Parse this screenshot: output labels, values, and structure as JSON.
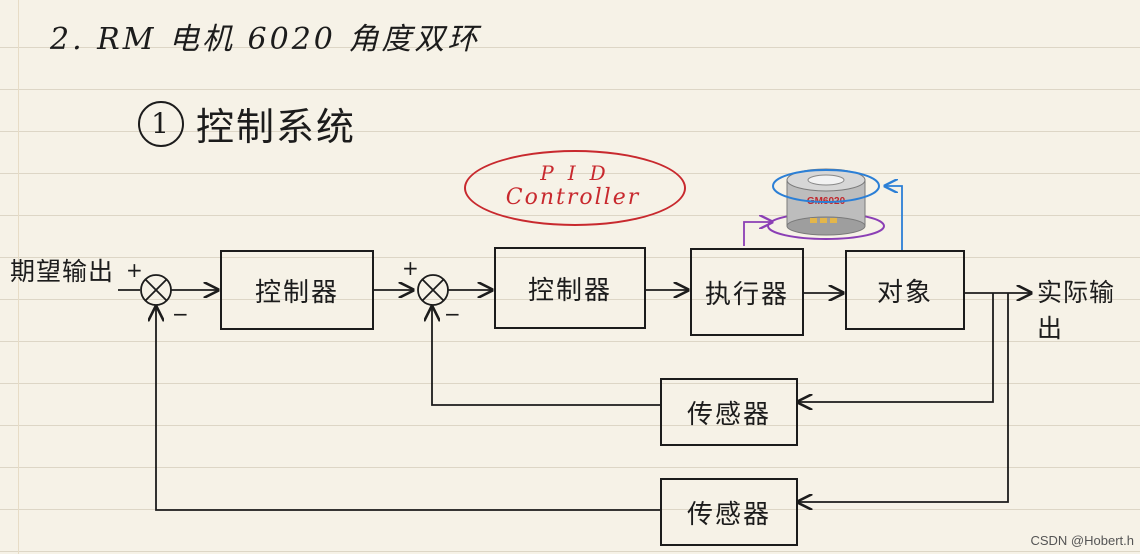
{
  "heading": "2. RM 电机 6020 角度双环",
  "section": {
    "number": "1",
    "title": "控制系统"
  },
  "pid": {
    "line1": "PID",
    "line2": "Controller"
  },
  "motor": {
    "label": "GM6020"
  },
  "input_label": "期望输出",
  "output_label": "实际输出",
  "blocks": {
    "controller_outer": "控制器",
    "controller_inner": "控制器",
    "actuator": "执行器",
    "plant": "对象",
    "sensor_inner": "传感器",
    "sensor_outer": "传感器"
  },
  "signs": {
    "plus": "+",
    "minus": "−"
  },
  "watermark": "CSDN @Hobert.h",
  "colors": {
    "pid": "#c8292e",
    "purple_arrow": "#8b3fb5",
    "blue_arrow": "#2b7fd6",
    "ink": "#1c1c1c"
  }
}
